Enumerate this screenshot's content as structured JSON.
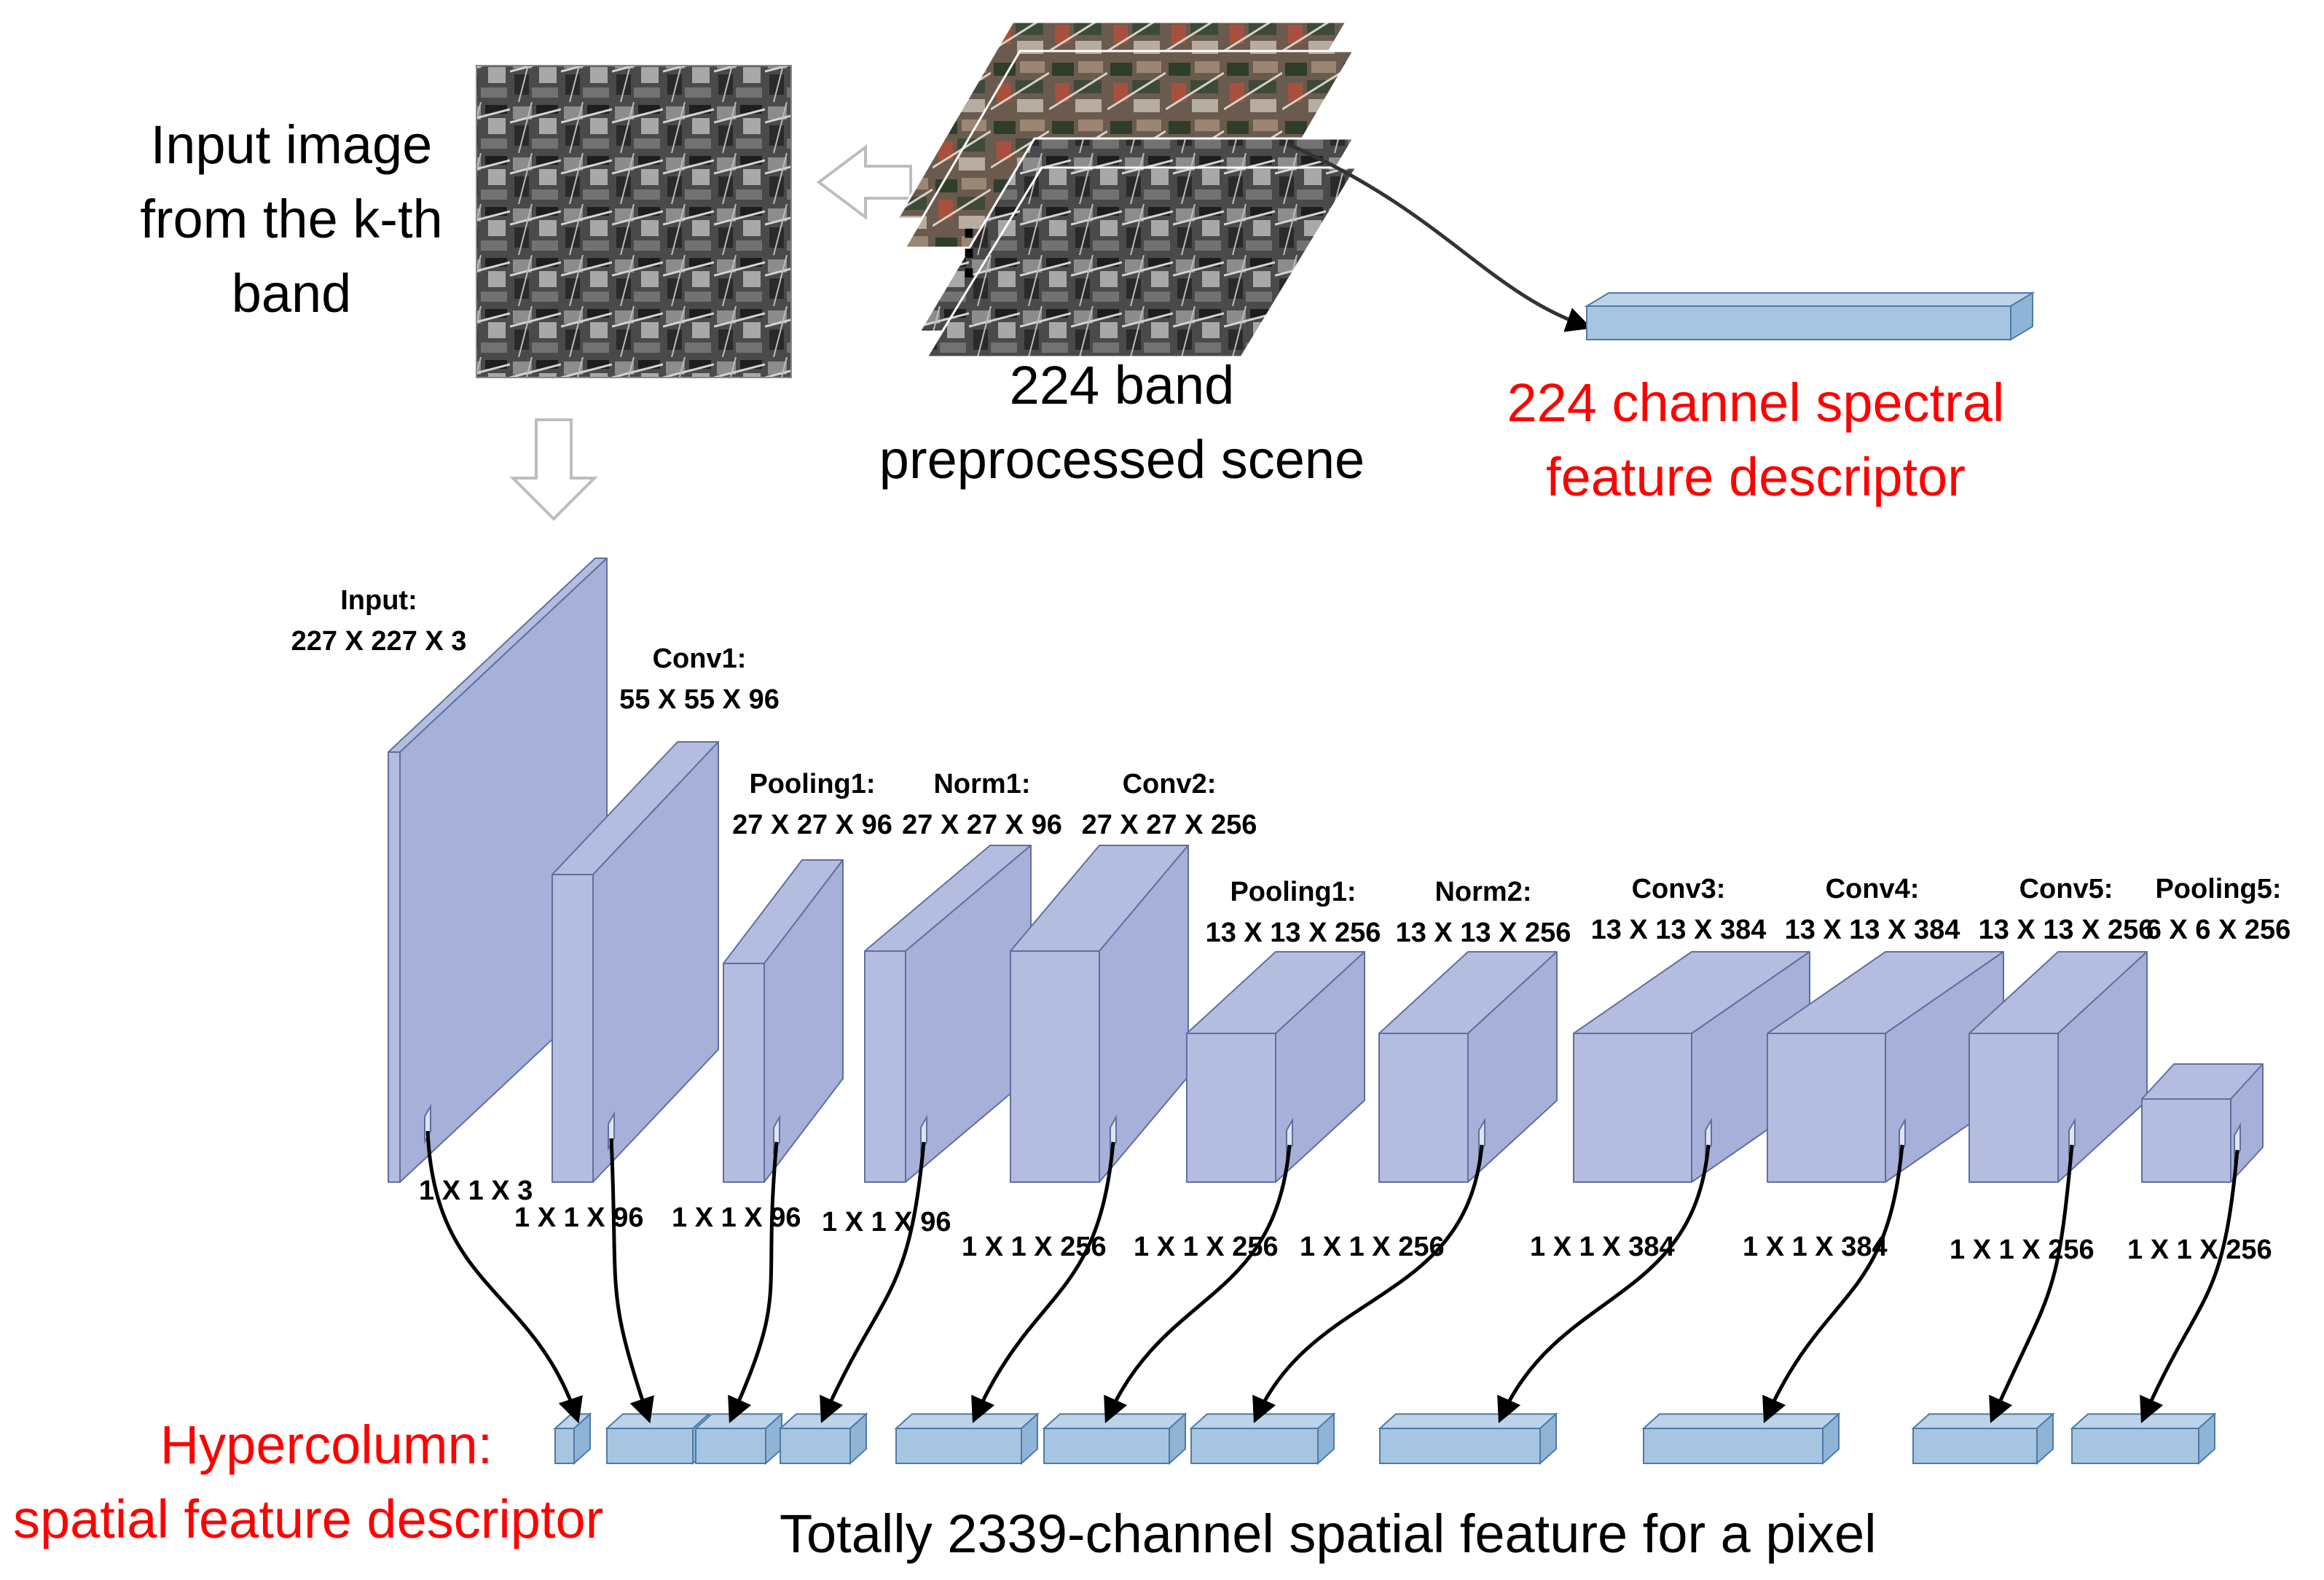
{
  "input_image": {
    "caption_lines": [
      "Input image",
      "from the k-th",
      "band"
    ]
  },
  "scene": {
    "caption_lines": [
      "224 band",
      "preprocessed scene"
    ],
    "ellipsis": "⋮"
  },
  "spectral": {
    "caption_lines": [
      "224 channel spectral",
      "feature descriptor"
    ],
    "color": "#ff0000"
  },
  "layers": [
    {
      "name": "Input:",
      "dims": "227 X 227 X 3",
      "pixel": "1 X 1 X 3"
    },
    {
      "name": "Conv1:",
      "dims": "55 X 55 X 96",
      "pixel": "1 X 1 X 96"
    },
    {
      "name": "Pooling1:",
      "dims": "27 X 27 X 96",
      "pixel": "1 X 1 X 96"
    },
    {
      "name": "Norm1:",
      "dims": "27 X 27 X 96",
      "pixel": "1 X 1 X 96"
    },
    {
      "name": "Conv2:",
      "dims": "27 X 27 X 256",
      "pixel": "1 X 1 X 256"
    },
    {
      "name": "Pooling1:",
      "dims": "13 X 13 X 256",
      "pixel": "1 X 1 X 256"
    },
    {
      "name": "Norm2:",
      "dims": "13 X 13 X 256",
      "pixel": "1 X 1 X 256"
    },
    {
      "name": "Conv3:",
      "dims": "13 X 13 X 384",
      "pixel": "1 X 1 X 384"
    },
    {
      "name": "Conv4:",
      "dims": "13 X 13 X 384",
      "pixel": "1 X 1 X 384"
    },
    {
      "name": "Conv5:",
      "dims": "13 X 13 X 256",
      "pixel": "1 X 1 X 256"
    },
    {
      "name": "Pooling5:",
      "dims": "6 X 6 X 256",
      "pixel": "1 X 1 X 256"
    }
  ],
  "hypercolumn": {
    "caption_lines": [
      "Hypercolumn:",
      "spatial feature descriptor"
    ],
    "color": "#ff0000"
  },
  "footer": "Totally 2339-channel spatial feature for a pixel",
  "colors": {
    "block_face": "#b4bde0",
    "block_side": "#a6b0d8",
    "block_edge": "#5f6f9e",
    "bar_face": "#a6c5e0",
    "bar_edge": "#4f7aa6"
  }
}
